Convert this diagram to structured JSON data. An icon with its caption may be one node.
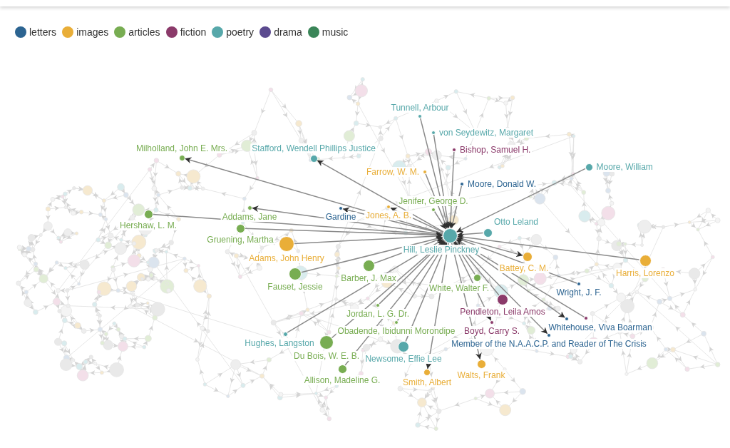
{
  "diagram": {
    "nodes": [
      {
        "text": [],
        "shape": "circle",
        "beside": [
          "Tunnell, Arbour"
        ]
      },
      {
        "text": [],
        "shape": "circle",
        "beside": [
          "von Seydewitz, Margaret"
        ]
      },
      {
        "text": [],
        "shape": "circle",
        "beside": [
          "Bishop, Samuel H."
        ]
      },
      {
        "text": [],
        "shape": "circle",
        "beside": [
          "Milholland, John E. Mrs."
        ]
      },
      {
        "text": [],
        "shape": "circle",
        "beside": [
          "Stafford, Wendell Phillips Justice"
        ]
      },
      {
        "text": [],
        "shape": "circle",
        "beside": [
          "Moore, William"
        ]
      },
      {
        "text": [],
        "shape": "circle",
        "beside": [
          "Farrow, W. M."
        ]
      },
      {
        "text": [],
        "shape": "circle",
        "beside": [
          "Moore, Donald W."
        ]
      },
      {
        "text": [],
        "shape": "circle",
        "beside": [
          "Gardine"
        ]
      },
      {
        "text": [],
        "shape": "circle",
        "beside": [
          "Jones, A. B."
        ]
      },
      {
        "text": [],
        "shape": "circle",
        "beside": [
          "Addams, Jane"
        ]
      },
      {
        "text": [],
        "shape": "circle",
        "beside": [
          "Jenifer, George D."
        ]
      },
      {
        "text": [],
        "shape": "circle",
        "beside": [
          "Hershaw, L. M."
        ]
      },
      {
        "text": [],
        "shape": "circle",
        "beside": [
          "Gruening, Martha"
        ]
      },
      {
        "text": [],
        "shape": "circle",
        "beside": [
          "Adams, John Henry"
        ]
      },
      {
        "text": [],
        "shape": "circle",
        "beside": [
          "Hill, Leslie Pinckney"
        ]
      },
      {
        "text": [],
        "shape": "circle",
        "beside": [
          "Otto Leland"
        ]
      },
      {
        "text": [],
        "shape": "circle",
        "beside": [
          "Fauset, Jessie"
        ]
      },
      {
        "text": [],
        "shape": "circle",
        "beside": [
          "Barber, J. Max"
        ]
      },
      {
        "text": [],
        "shape": "circle",
        "beside": [
          "White, Walter F."
        ]
      },
      {
        "text": [],
        "shape": "circle",
        "beside": [
          "Harris, Lorenzo"
        ]
      },
      {
        "text": [],
        "shape": "circle",
        "beside": [
          "Battey, C. M."
        ]
      },
      {
        "text": [],
        "shape": "circle",
        "beside": [
          "Wright, J. F."
        ]
      },
      {
        "text": [],
        "shape": "circle",
        "beside": [
          "Pendleton, Leila Amos"
        ]
      },
      {
        "text": [],
        "shape": "circle",
        "beside": [
          "Whitehouse, Viva Boarman"
        ]
      },
      {
        "text": [],
        "shape": "circle"
      },
      {
        "text": [],
        "shape": "circle",
        "beside": [
          "Jordan, L. G. Dr."
        ]
      },
      {
        "text": [],
        "shape": "circle",
        "beside": [
          "Boyd, Carry S."
        ]
      },
      {
        "text": [],
        "shape": "circle",
        "beside": [
          "Obadende, Ibidunni Morondipe"
        ]
      },
      {
        "text": [],
        "shape": "circle",
        "beside": [
          "Member of the N.A.A.C.P. and Reader of The Crisis"
        ]
      },
      {
        "text": [],
        "shape": "circle",
        "beside": [
          "Hughes, Langston"
        ]
      },
      {
        "text": [],
        "shape": "circle",
        "beside": [
          "Du Bois, W. E. B."
        ]
      },
      {
        "text": [],
        "shape": "circle",
        "beside": [
          "Newsome, Effie Lee"
        ]
      },
      {
        "text": [],
        "shape": "circle",
        "beside": [
          "Allison, Madeline G."
        ]
      },
      {
        "text": [],
        "shape": "circle",
        "beside": [
          "Walts, Frank"
        ]
      },
      {
        "text": [],
        "shape": "circle",
        "beside": [
          "Smith, Albert"
        ]
      }
    ],
    "edges": [
      {
        "from": 0,
        "to": 15,
        "arrow": "to"
      },
      {
        "from": 1,
        "to": 15,
        "arrow": "to"
      },
      {
        "from": 2,
        "to": 15,
        "arrow": "to"
      },
      {
        "from": 15,
        "to": 3,
        "arrow": "to"
      },
      {
        "from": 15,
        "to": 4,
        "arrow": "to"
      },
      {
        "from": 5,
        "to": 15,
        "arrow": "to"
      },
      {
        "from": 6,
        "to": 15,
        "arrow": "to"
      },
      {
        "from": 7,
        "to": 15,
        "arrow": "to"
      },
      {
        "from": 15,
        "to": 8,
        "arrow": "to"
      },
      {
        "from": 15,
        "to": 9,
        "arrow": "to"
      },
      {
        "from": 15,
        "to": 10,
        "arrow": "to"
      },
      {
        "from": 11,
        "to": 15,
        "arrow": "to"
      },
      {
        "from": 12,
        "to": 15,
        "arrow": "to"
      },
      {
        "from": 13,
        "to": 15,
        "arrow": "to"
      },
      {
        "from": 14,
        "to": 15,
        "arrow": "to"
      },
      {
        "from": 16,
        "to": 15,
        "arrow": "to"
      },
      {
        "from": 17,
        "to": 15,
        "arrow": "to"
      },
      {
        "from": 18,
        "to": 15,
        "arrow": "to"
      },
      {
        "from": 19,
        "to": 15,
        "arrow": "to"
      },
      {
        "from": 20,
        "to": 15,
        "arrow": "to"
      },
      {
        "from": 15,
        "to": 21,
        "arrow": "to"
      },
      {
        "from": 22,
        "to": 15,
        "arrow": "to"
      },
      {
        "from": 23,
        "to": 15,
        "arrow": "to"
      },
      {
        "from": 15,
        "to": 24,
        "arrow": "to"
      },
      {
        "from": 25,
        "to": 15,
        "arrow": "to"
      },
      {
        "from": 26,
        "to": 15,
        "arrow": "to"
      },
      {
        "from": 15,
        "to": 27,
        "arrow": "to"
      },
      {
        "from": 28,
        "to": 15,
        "arrow": "to"
      },
      {
        "from": 15,
        "to": 29,
        "arrow": "to"
      },
      {
        "from": 30,
        "to": 15,
        "arrow": "to"
      },
      {
        "from": 31,
        "to": 15,
        "arrow": "to"
      },
      {
        "from": 32,
        "to": 15,
        "arrow": "to"
      },
      {
        "from": 33,
        "to": 15,
        "arrow": "to"
      },
      {
        "from": 15,
        "to": 34,
        "arrow": "to"
      },
      {
        "from": 15,
        "to": 35,
        "arrow": "to"
      }
    ],
    "legend": [
      {
        "text": "letters",
        "color": "#2c6491"
      },
      {
        "text": "images",
        "color": "#e9ae38"
      },
      {
        "text": "articles",
        "color": "#78ad52"
      },
      {
        "text": "fiction",
        "color": "#8b3a6a"
      },
      {
        "text": "poetry",
        "color": "#57a8aa"
      },
      {
        "text": "drama",
        "color": "#5b4a8f"
      },
      {
        "text": "music",
        "color": "#3a8558"
      }
    ]
  }
}
